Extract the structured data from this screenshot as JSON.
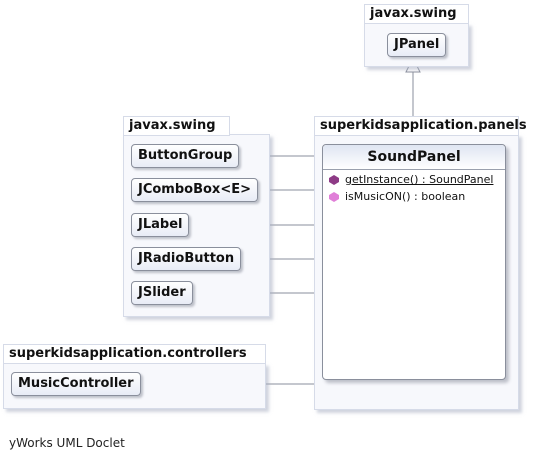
{
  "packages": {
    "swing_top": {
      "name": "javax.swing"
    },
    "swing_left": {
      "name": "javax.swing"
    },
    "panels": {
      "name": "superkidsapplication.panels"
    },
    "controllers": {
      "name": "superkidsapplication.controllers"
    }
  },
  "classes": {
    "jpanel": "JPanel",
    "buttongroup": "ButtonGroup",
    "jcombobox": "JComboBox<E>",
    "jlabel": "JLabel",
    "jradiobutton": "JRadioButton",
    "jslider": "JSlider",
    "musiccontroller": "MusicController"
  },
  "soundpanel": {
    "name": "SoundPanel",
    "operations": [
      {
        "text": "getInstance() : SoundPanel",
        "static": true,
        "icon": "static-method-icon"
      },
      {
        "text": "isMusicON() : boolean",
        "static": false,
        "icon": "method-icon"
      }
    ]
  },
  "footer": "yWorks UML Doclet",
  "colors": {
    "package_fill": "#f7f8fc",
    "package_border": "#d6dbe8",
    "node_border": "#8a8f9c",
    "edge": "#8a8f9c",
    "static_icon": "#8e3b86",
    "method_icon": "#e07fd8"
  }
}
